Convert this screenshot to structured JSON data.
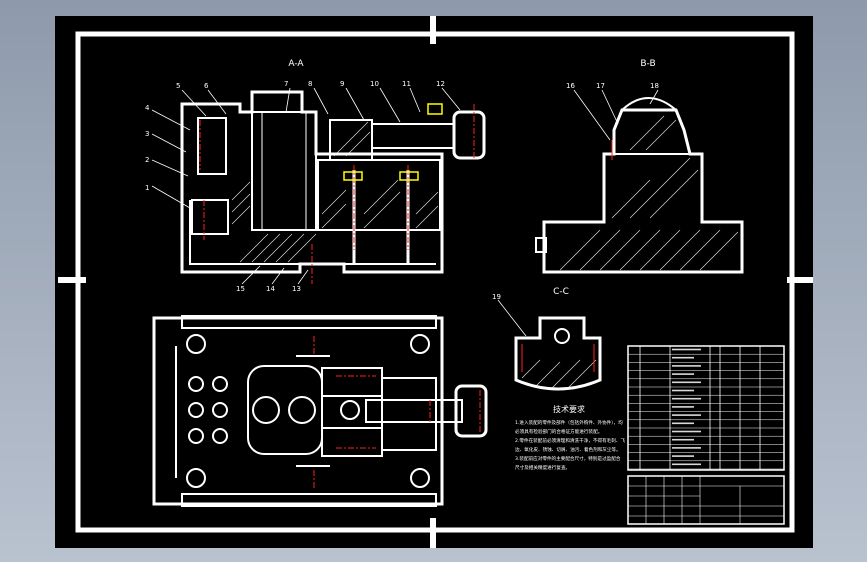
{
  "sections": {
    "aa": "A-A",
    "bb": "B-B",
    "cc": "C-C"
  },
  "tech_title": "技术要求",
  "tech_lines": [
    "1.进入装配的零件及部件（包括外购件、外协件），均",
    "必须具有检验部门的合格证方能进行装配。",
    "2.零件在装配前必须清理和清洗干净，不得有毛刺、飞",
    "边、氧化皮、锈蚀、切屑、油污、着色剂和灰尘等。",
    "3.装配前应对零件的主要配合尺寸，特别是过盈配合",
    "尺寸及相关精度进行复查。"
  ],
  "labels": {
    "aa": [
      "1",
      "2",
      "3",
      "4",
      "5",
      "6",
      "7",
      "8",
      "9",
      "10",
      "11",
      "12",
      "13",
      "14",
      "15"
    ],
    "bb": [
      "16",
      "17",
      "18"
    ],
    "cc": [
      "19"
    ]
  },
  "colors": {
    "sheet": "#000000",
    "line": "#ffffff",
    "center": "#ff2020",
    "accent": "#ffff00"
  }
}
